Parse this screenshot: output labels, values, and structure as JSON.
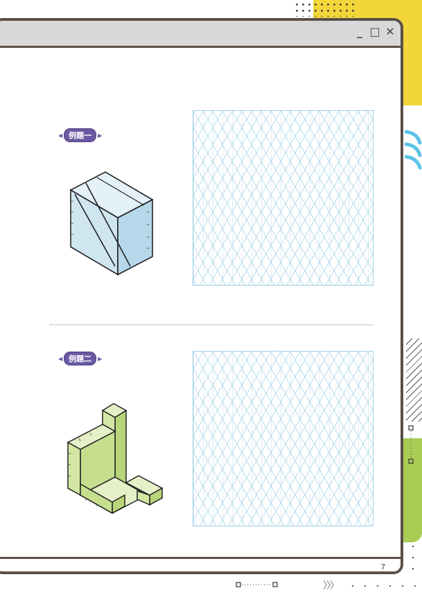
{
  "window": {
    "controls": {
      "minimize": "_",
      "maximize": "□",
      "close": "✕"
    }
  },
  "examples": [
    {
      "label": "例題一"
    },
    {
      "label": "例題二"
    }
  ],
  "page_number": "7",
  "colors": {
    "accent_yellow": "#f2d63a",
    "accent_green": "#a9cc55",
    "badge_purple": "#6b5aa3",
    "grid_blue": "#9ecfe6",
    "frame_brown": "#5a5048"
  },
  "icons": [
    "minimize-icon",
    "maximize-icon",
    "close-icon"
  ]
}
